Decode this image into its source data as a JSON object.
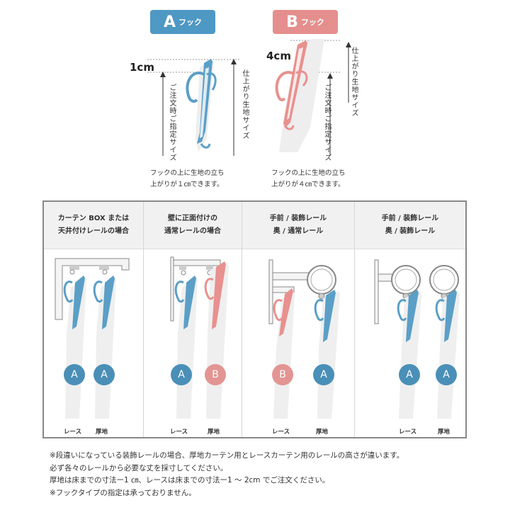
{
  "top": {
    "a": {
      "badge_letter": "A",
      "badge_label": "フック",
      "measure": "1cm",
      "order_size": "ご注文時ご指定サイズ",
      "finish_size": "仕上がり生地サイズ",
      "note_line1": "フックの上に生地の立ち",
      "note_line2": "上がりが１㎝できます。",
      "color": "#5b9fc7"
    },
    "b": {
      "badge_letter": "B",
      "badge_label": "フック",
      "measure": "4cm",
      "order_size": "ご注文時ご指定サイズ",
      "finish_size": "仕上がり生地サイズ",
      "note_line1": "フックの上に生地の立ち",
      "note_line2": "上がりが４㎝できます。",
      "color": "#e8918f"
    }
  },
  "panels": [
    {
      "heading_line1": "カーテン BOX または",
      "heading_line2": "天井付けレールの場合",
      "left_hook": "A",
      "right_hook": "A",
      "left_label": "レース",
      "right_label": "厚地"
    },
    {
      "heading_line1": "壁に正面付けの",
      "heading_line2": "通常レールの場合",
      "left_hook": "A",
      "right_hook": "B",
      "left_label": "レース",
      "right_label": "厚地"
    },
    {
      "heading_line1": "手前 / 装飾レール",
      "heading_line2": "奥 / 通常レール",
      "left_hook": "B",
      "right_hook": "A",
      "left_label": "レース",
      "right_label": "厚地"
    },
    {
      "heading_line1": "手前 / 装飾レール",
      "heading_line2": "奥 / 装飾レール",
      "left_hook": "A",
      "right_hook": "A",
      "left_label": "レース",
      "right_label": "厚地"
    }
  ],
  "footer": {
    "line1": "※段違いになっている装飾レールの場合、厚地カーテン用とレースカーテン用のレールの高さが違います。",
    "line2": "必ず各々のレールから必要な丈を採寸してください。",
    "line3": "厚地は床までの寸法ー1 ㎝、レースは床までの寸法ー1 ～ 2cm でご注文ください。",
    "line4": "※フックタイプの指定は承っておりません。"
  },
  "colors": {
    "blue": "#5b9fc7",
    "pink": "#e8918f",
    "badge_a": "#4e98c4",
    "badge_b": "#e48f8d",
    "circle_a": "#4a8fb8",
    "circle_b": "#e29593"
  }
}
